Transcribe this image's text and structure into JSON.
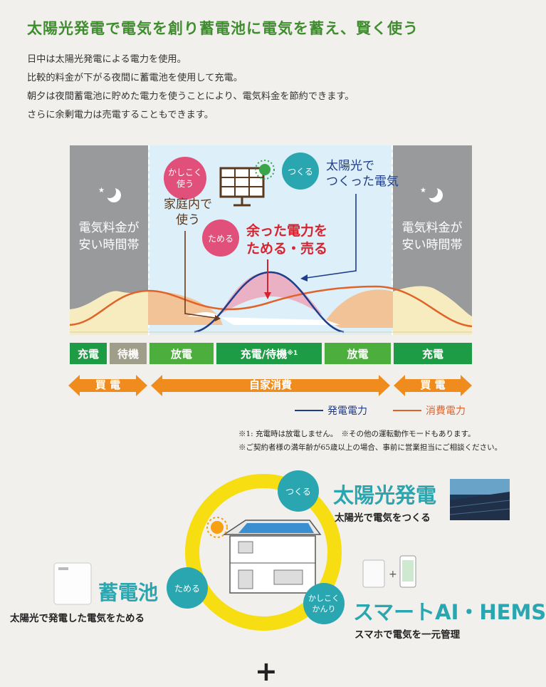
{
  "title": "太陽光発電で電気を創り蓄電池に電気を蓄え、賢く使う",
  "intro": [
    "日中は太陽光発電による電力を使用。",
    "比較的料金が下がる夜間に蓄電池を使用して充電。",
    "朝夕は夜間蓄電池に貯めた電力を使うことにより、電気料金を節約できます。",
    "さらに余剰電力は売電することもできます。"
  ],
  "diagram": {
    "night_left": [
      "電気料金が",
      "安い時間帯"
    ],
    "night_right": [
      "電気料金が",
      "安い時間帯"
    ],
    "kashikoku": [
      "かしこく",
      "使う"
    ],
    "home_use": [
      "家庭内で",
      "使う"
    ],
    "tsukuru": "つくる",
    "solar_made": [
      "太陽光で",
      "つくった電気"
    ],
    "tameru": "ためる",
    "surplus": [
      "余った電力を",
      "ためる・売る"
    ]
  },
  "modes": [
    "充電",
    "待機",
    "放電",
    "充電/待機",
    "※1",
    "放電",
    "充電"
  ],
  "arrows": {
    "left": "買 電",
    "middle": "自家消費",
    "right": "買 電"
  },
  "legend": {
    "generation": "発電電力",
    "consumption": "消費電力"
  },
  "notes": [
    "※1: 充電時は放電しません。　※その他の運転動作モードもあります。",
    "※ご契約者様の満年齢が65歳以上の場合、事前に営業担当にご相談ください。"
  ],
  "bottom": {
    "tsukuru_badge": "つくる",
    "solar_title": "太陽光発電",
    "solar_sub": "太陽光で電気をつくる",
    "tameru_badge": "ためる",
    "battery_title": "蓄電池",
    "battery_sub": "太陽光で発電した電気をためる",
    "kashikoku_badge": [
      "かしこく",
      "かんり"
    ],
    "hems_title": "スマートAI・HEMS",
    "hems_sub": "スマホで電気を一元管理",
    "plus": "+"
  },
  "colors": {
    "title_green": "#3f8d2f",
    "generation": "#1f3d8a",
    "consumption": "#e0632a",
    "accent_teal": "#2aa6b0",
    "tameru_pink": "#e0507a",
    "surplus_red": "#d7232f",
    "arrow_orange": "#f08c1e",
    "ring_yellow": "#f6de12"
  }
}
